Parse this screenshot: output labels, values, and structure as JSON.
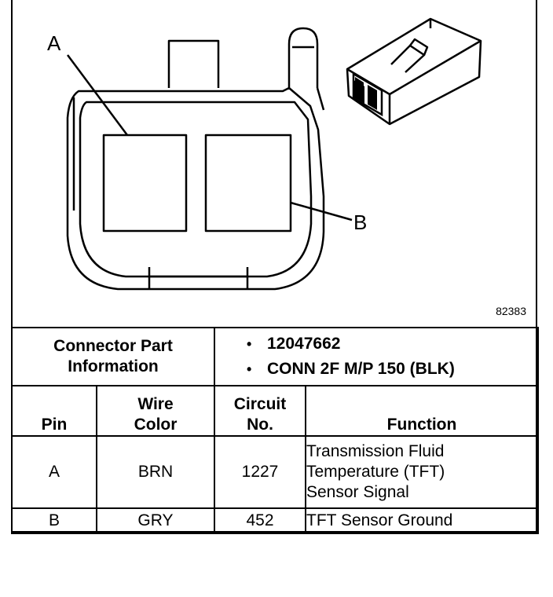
{
  "diagram": {
    "pin_a_label": "A",
    "pin_b_label": "B",
    "figure_number": "82383"
  },
  "table": {
    "connector_part_header_line1": "Connector Part",
    "connector_part_header_line2": "Information",
    "part_info": [
      "12047662",
      "CONN 2F M/P 150 (BLK)"
    ],
    "column_headers": {
      "pin": "Pin",
      "wire_color_line1": "Wire",
      "wire_color_line2": "Color",
      "circuit_line1": "Circuit",
      "circuit_line2": "No.",
      "function": "Function"
    },
    "rows": [
      {
        "pin": "A",
        "wire_color": "BRN",
        "circuit": "1227",
        "function_lines": [
          "Transmission Fluid",
          "Temperature (TFT)",
          "Sensor Signal"
        ]
      },
      {
        "pin": "B",
        "wire_color": "GRY",
        "circuit": "452",
        "function_lines": [
          "TFT Sensor Ground"
        ]
      }
    ]
  }
}
